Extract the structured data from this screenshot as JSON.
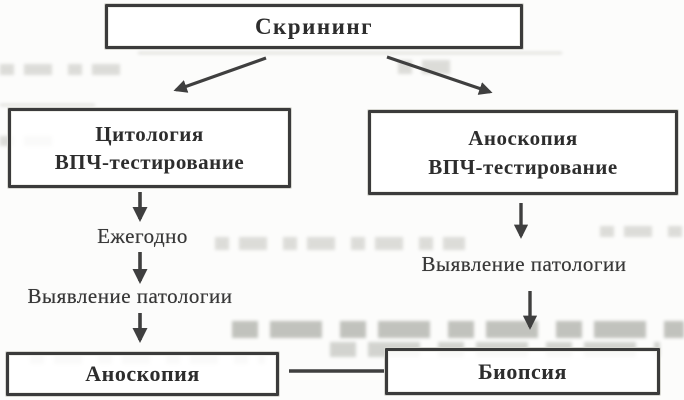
{
  "diagram": {
    "screening_box": {
      "label": "Скрининг"
    },
    "left_branch": {
      "test_box": {
        "line1": "Цитология",
        "line2": "ВПЧ-тестирование"
      },
      "interval_label": "Ежегодно",
      "finding_label": "Выявление патологии",
      "outcome_box": {
        "label": "Аноскопия"
      }
    },
    "right_branch": {
      "test_box": {
        "line1": "Аноскопия",
        "line2": "ВПЧ-тестирование"
      },
      "finding_label": "Выявление патологии",
      "outcome_box": {
        "label": "Биопсия"
      }
    },
    "colors": {
      "box_border": "#3b3b3b",
      "text": "#2d2d2d",
      "arrow": "#3f3f3f",
      "background": "#fcfcfb",
      "ghost": "#c3c3bd"
    }
  }
}
